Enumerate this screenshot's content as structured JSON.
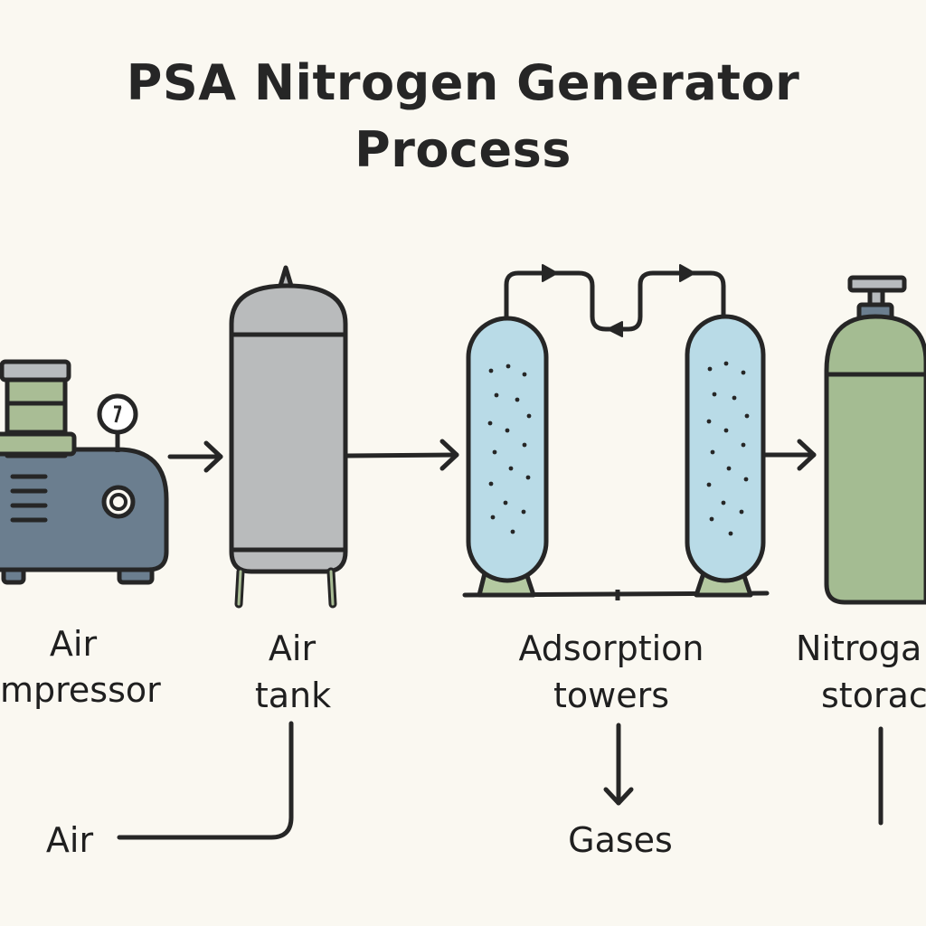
{
  "title": {
    "line1": "PSA Nitrogen Generator",
    "line2": "Process"
  },
  "labels": {
    "compressor_l1": "Air",
    "compressor_l2": "mpressor",
    "tank_l1": "Air",
    "tank_l2": "tank",
    "towers_l1": "Adsorption",
    "towers_l2": "towers",
    "storage_l1": "Nitroga",
    "storage_l2": "storac",
    "air_in": "Air",
    "gases": "Gases"
  },
  "colors": {
    "background": "#faf8f1",
    "stroke": "#262626",
    "compressor_body": "#6b7e8f",
    "compressor_green": "#a9bd95",
    "tank_gray": "#b9bbbc",
    "tower_blue": "#b9dbe7",
    "tower_base_green": "#b4c9a1",
    "cylinder_green": "#a4bc92",
    "cap_gray": "#b7bbbe"
  }
}
